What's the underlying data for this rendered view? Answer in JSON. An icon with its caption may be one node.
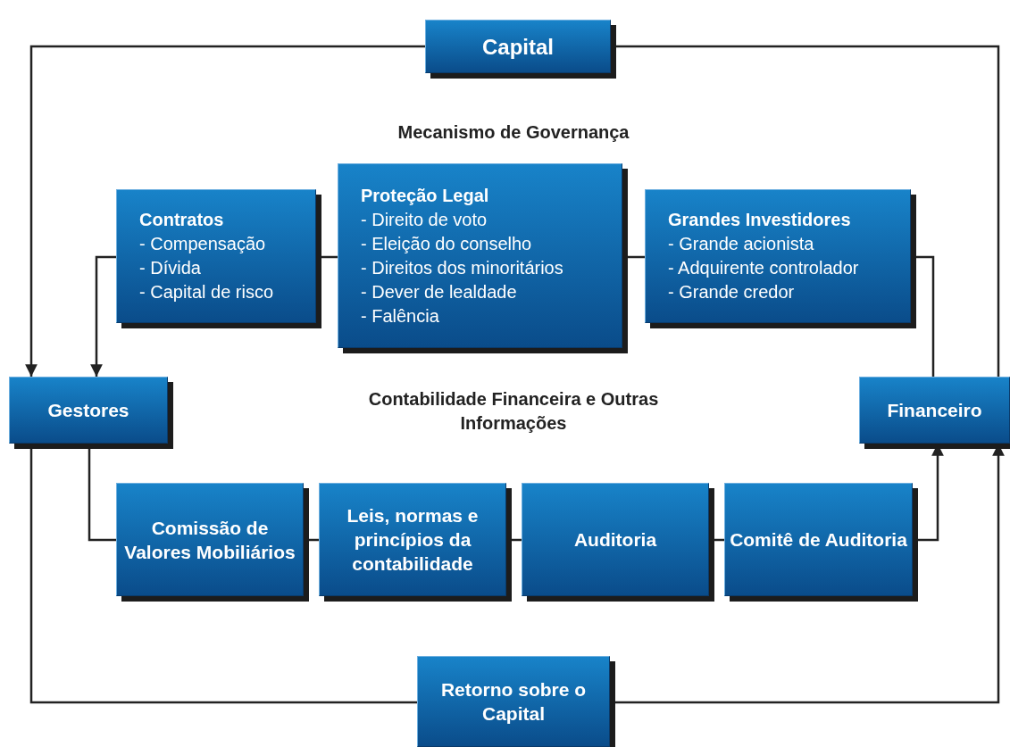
{
  "diagram": {
    "nodes": [
      {
        "text": [
          "Capital"
        ]
      },
      {
        "text": [
          "Contratos",
          "- Compensação",
          "- Dívida",
          "- Capital de risco"
        ]
      },
      {
        "text": [
          "Proteção Legal",
          "- Direito de voto",
          "- Eleição do conselho",
          "- Direitos dos minoritários",
          "- Dever de lealdade",
          "- Falência"
        ]
      },
      {
        "text": [
          "Grandes Investidores",
          "- Grande acionista",
          "- Adquirente controlador",
          "- Grande credor"
        ]
      },
      {
        "text": [
          "Gestores"
        ]
      },
      {
        "text": [
          "Financeiro"
        ]
      },
      {
        "text": [
          "Comissão de Valores Mobiliários"
        ]
      },
      {
        "text": [
          "Leis, normas e princípios da contabilidade"
        ]
      },
      {
        "text": [
          "Auditoria"
        ]
      },
      {
        "text": [
          "Comitê de Auditoria"
        ]
      },
      {
        "text": [
          "Retorno sobre o Capital"
        ]
      }
    ],
    "edges": [
      {
        "from": 0,
        "to": 4,
        "arrow": "to"
      },
      {
        "from": 5,
        "to": 0,
        "arrow": "none"
      },
      {
        "from": 5,
        "to": 3,
        "arrow": "none"
      },
      {
        "from": 3,
        "to": 2,
        "arrow": "none"
      },
      {
        "from": 2,
        "to": 1,
        "arrow": "none"
      },
      {
        "from": 1,
        "to": 4,
        "arrow": "to"
      },
      {
        "from": 4,
        "to": 6,
        "arrow": "none"
      },
      {
        "from": 6,
        "to": 7,
        "arrow": "none"
      },
      {
        "from": 7,
        "to": 8,
        "arrow": "none"
      },
      {
        "from": 8,
        "to": 9,
        "arrow": "none"
      },
      {
        "from": 9,
        "to": 5,
        "arrow": "to"
      },
      {
        "from": 4,
        "to": 10,
        "arrow": "none"
      },
      {
        "from": 10,
        "to": 5,
        "arrow": "to"
      }
    ],
    "labels": [
      "Mecanismo de Governança",
      "Contabilidade Financeira e Outras Informações"
    ]
  }
}
